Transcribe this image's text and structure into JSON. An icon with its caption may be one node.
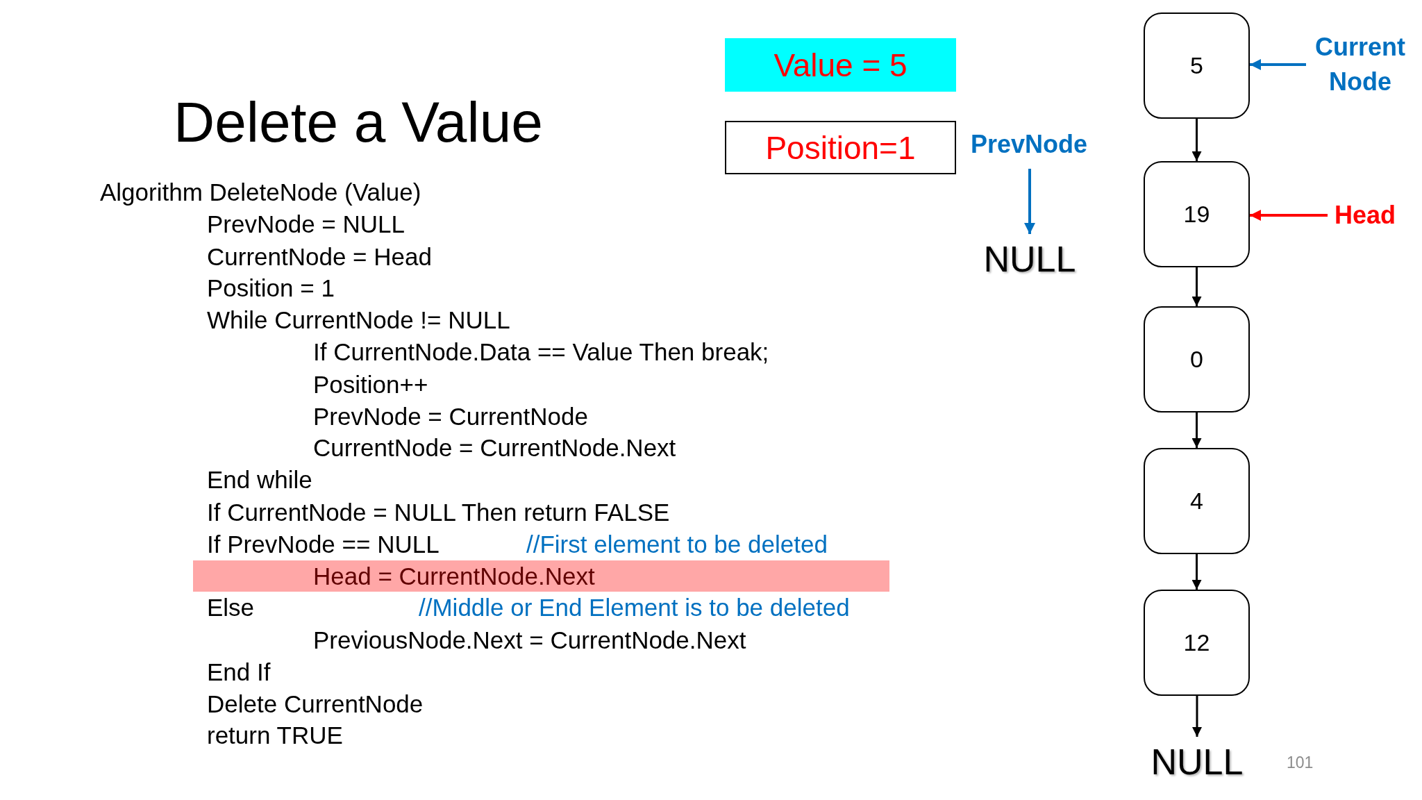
{
  "diagram": {
    "title": "Delete a Value",
    "nodes": [
      {
        "text": [
          "Head = CurrentNode.Next"
        ]
      },
      {
        "text": [
          "Value = 5"
        ]
      },
      {
        "text": [
          "Position=1"
        ]
      },
      {
        "text": [
          "PrevNode"
        ]
      },
      {
        "text": [
          "NULL"
        ]
      },
      {
        "text": [
          "5"
        ]
      },
      {
        "text": [
          "Current Node"
        ]
      },
      {
        "text": [
          "19"
        ]
      },
      {
        "text": [
          "Head"
        ]
      },
      {
        "text": [
          "0"
        ]
      },
      {
        "text": [
          "4"
        ]
      },
      {
        "text": [
          "12"
        ]
      },
      {
        "text": [
          "NULL"
        ]
      }
    ],
    "edges": [
      {
        "from": 3,
        "to": 4,
        "arrow": "to",
        "color": "#0070c0"
      },
      {
        "from": 6,
        "to": 5,
        "arrow": "to",
        "color": "#0070c0"
      },
      {
        "from": 5,
        "to": 7,
        "arrow": "to"
      },
      {
        "from": 8,
        "to": 7,
        "arrow": "to",
        "color": "#ff0000"
      },
      {
        "from": 7,
        "to": 9,
        "arrow": "to"
      },
      {
        "from": 9,
        "to": 10,
        "arrow": "to"
      },
      {
        "from": 10,
        "to": 11,
        "arrow": "to"
      },
      {
        "from": 11,
        "to": 12,
        "arrow": "to"
      }
    ],
    "labels": [
      "Algorithm DeleteNode (Value)",
      "PrevNode = NULL",
      "CurrentNode = Head",
      "Position = 1",
      "While CurrentNode != NULL",
      "If CurrentNode.Data == Value Then break;",
      "Position++",
      "PrevNode = CurrentNode",
      "CurrentNode = CurrentNode.Next",
      "End while",
      "If CurrentNode = NULL Then return FALSE",
      "If PrevNode == NULL",
      "//First element to be deleted",
      "Else",
      "//Middle or End Element is to be deleted",
      "PreviousNode.Next = CurrentNode.Next",
      "End If",
      "Delete CurrentNode",
      "return TRUE",
      "101"
    ]
  }
}
